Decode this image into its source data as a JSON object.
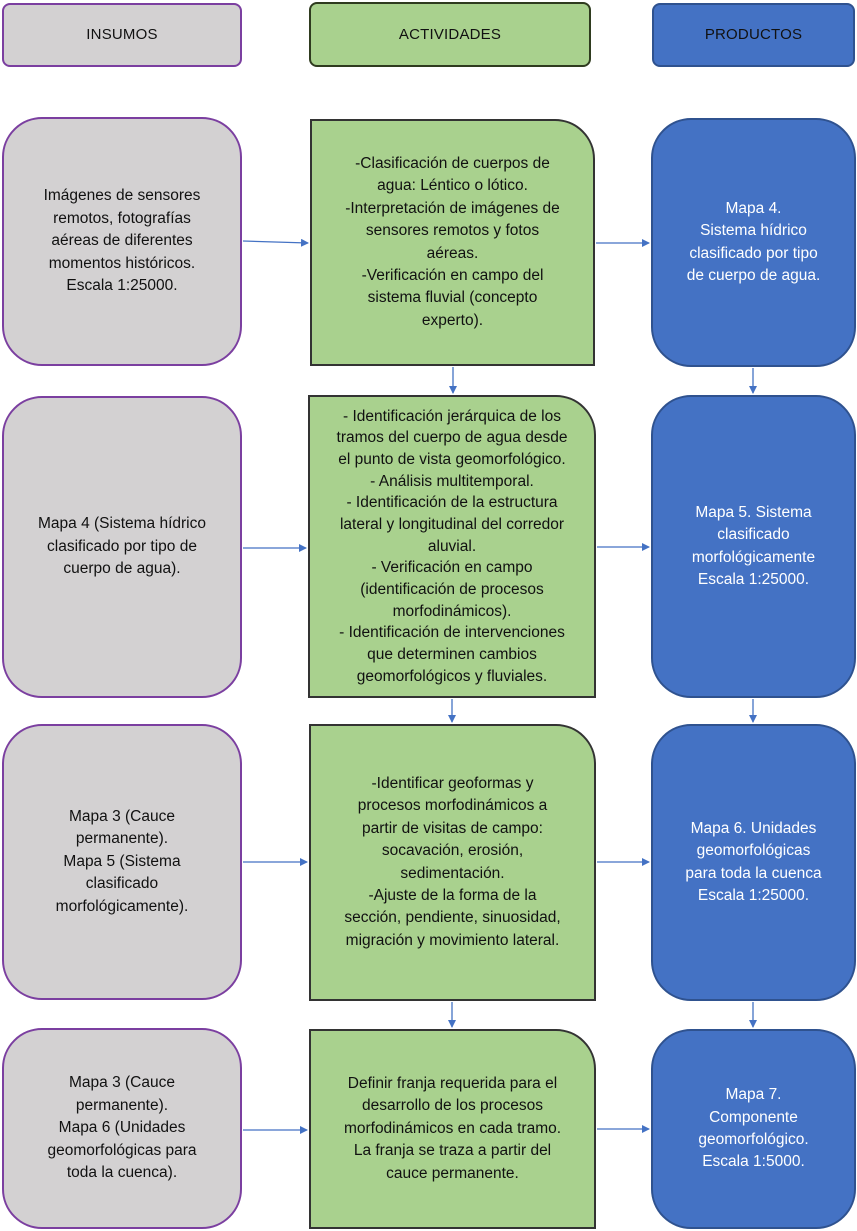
{
  "headers": {
    "insumos": "INSUMOS",
    "actividades": "ACTIVIDADES",
    "productos": "PRODUCTOS"
  },
  "rows": [
    {
      "insumo": "Imágenes de sensores\nremotos, fotografías\naéreas de diferentes\nmomentos históricos.\nEscala 1:25000.",
      "actividad": "-Clasificación  de cuerpos de\nagua: Léntico o lótico.\n-Interpretación de imágenes de\nsensores remotos y fotos\naéreas.\n-Verificación en campo del\nsistema fluvial (concepto\nexperto).",
      "producto": "Mapa 4.\nSistema hídrico\nclasificado por tipo\nde cuerpo de agua."
    },
    {
      "insumo": "Mapa 4 (Sistema hídrico\nclasificado por tipo de\ncuerpo de agua).",
      "actividad": "- Identificación jerárquica de los\ntramos del cuerpo de agua desde\nel punto de vista geomorfológico.\n- Análisis multitemporal.\n- Identificación de la estructura\nlateral y longitudinal del corredor\naluvial.\n- Verificación en campo\n(identificación de procesos\nmorfodinámicos).\n- Identificación de intervenciones\nque determinen cambios\ngeomorfológicos y fluviales.",
      "producto": "Mapa 5. Sistema\nclasificado\nmorfológicamente\nEscala 1:25000."
    },
    {
      "insumo": "Mapa 3 (Cauce\npermanente).\nMapa 5 (Sistema\nclasificado\nmorfológicamente).",
      "actividad": "-Identificar geoformas y\nprocesos morfodinámicos a\npartir de visitas de campo:\nsocavación, erosión,\nsedimentación.\n-Ajuste de la forma de la\nsección, pendiente, sinuosidad,\nmigración y movimiento lateral.",
      "producto": "Mapa 6.  Unidades\ngeomorfológicas\npara toda la cuenca\nEscala 1:25000."
    },
    {
      "insumo": "Mapa 3 (Cauce\npermanente).\nMapa 6 (Unidades\ngeomorfológicas para\ntoda la cuenca).",
      "actividad": "Definir franja requerida para el\ndesarrollo de los procesos\nmorfodinámicos en cada tramo.\nLa franja se traza a partir del\ncauce permanente.",
      "producto": "Mapa 7.\nComponente\ngeomorfológico.\nEscala 1:5000."
    }
  ],
  "colors": {
    "insumo_fill": "#d3d1d2",
    "insumo_border": "#7b3fa0",
    "actividad_fill": "#a9d18e",
    "producto_fill": "#4472c4",
    "arrow": "#4472c4"
  }
}
